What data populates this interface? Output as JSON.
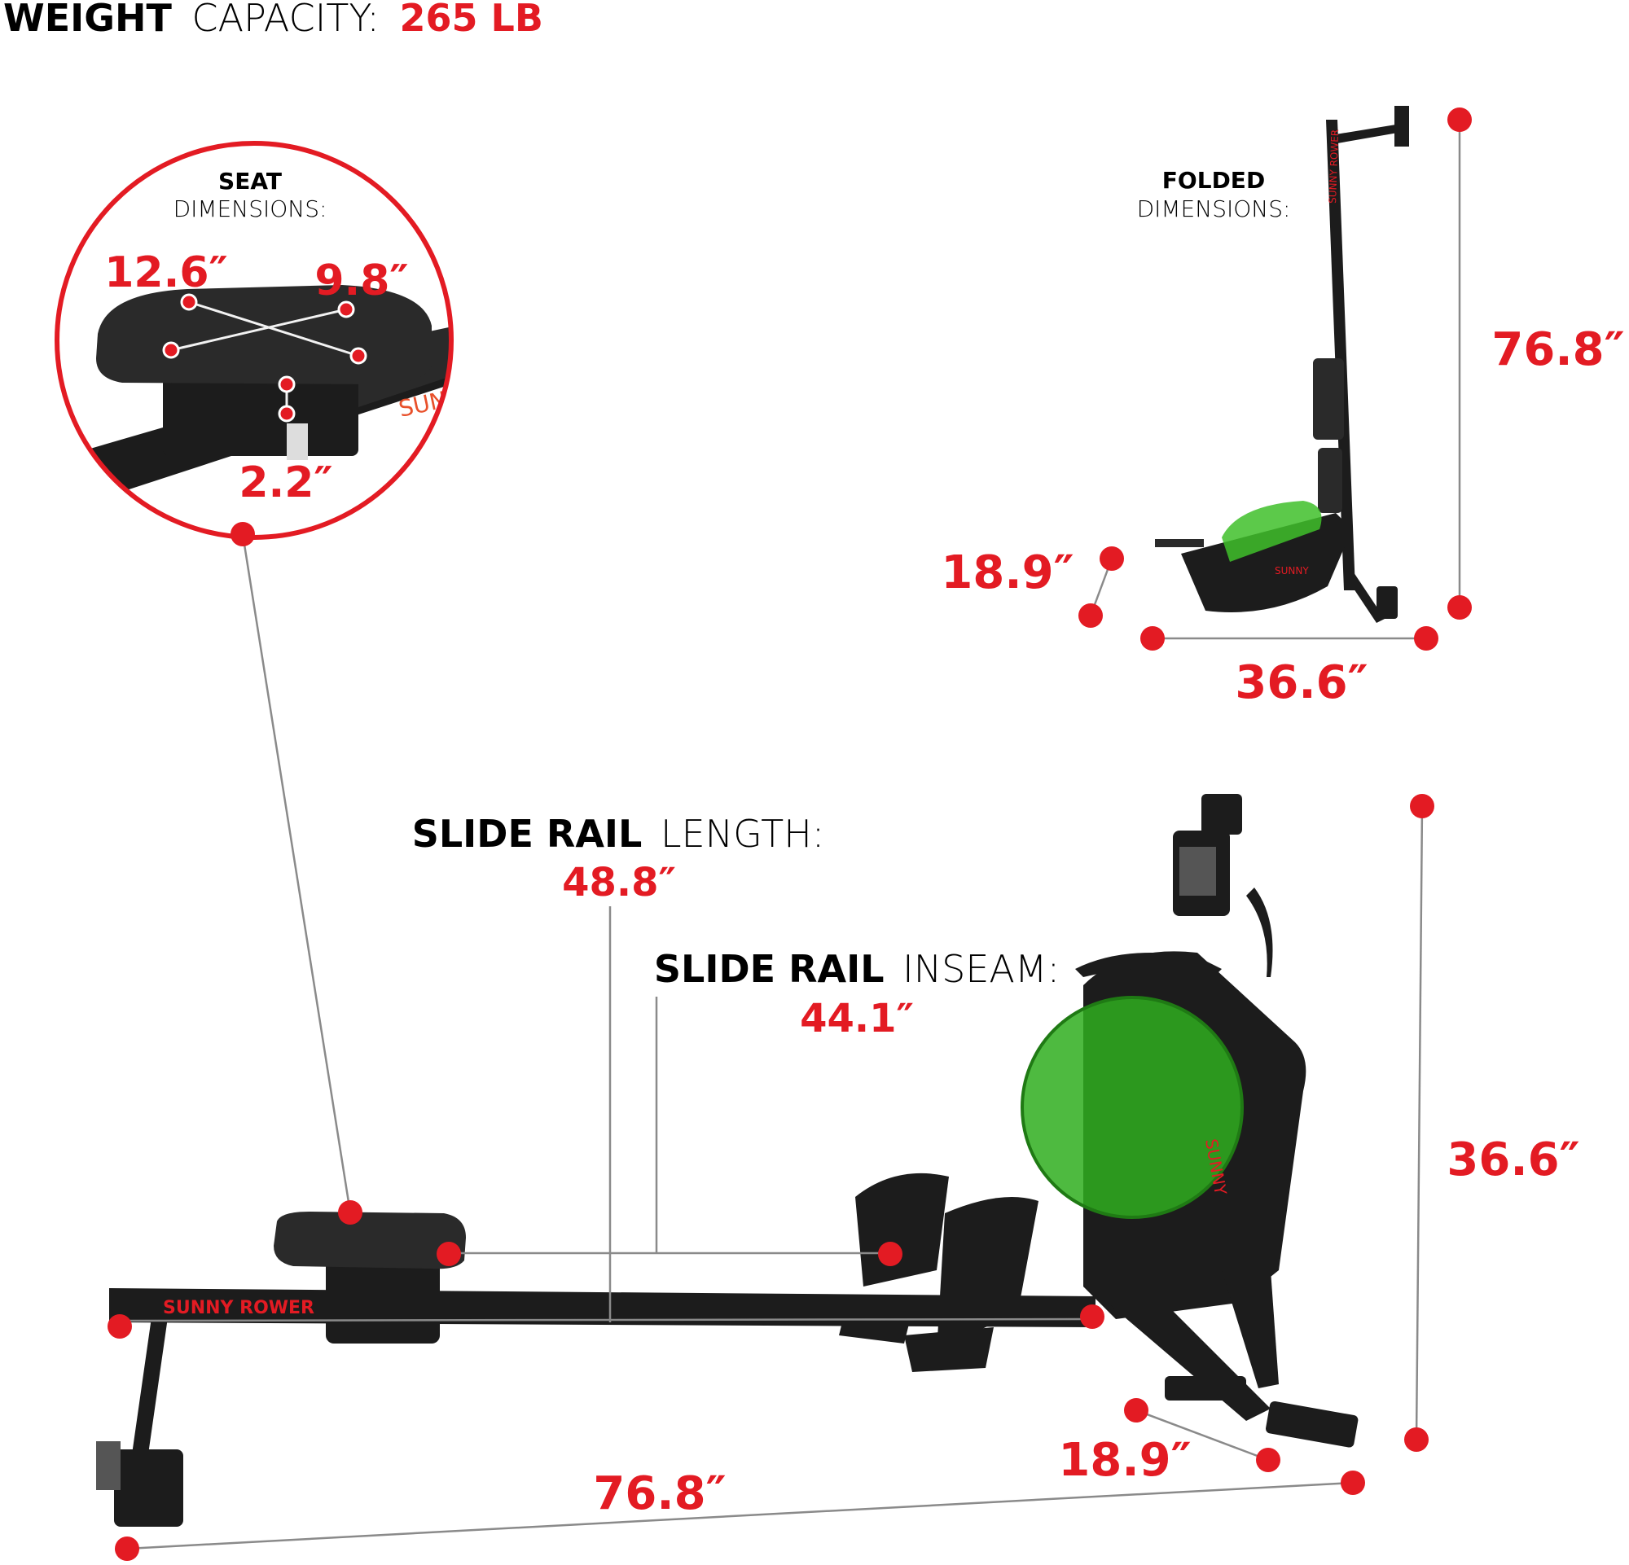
{
  "header": {
    "weight_bold": "WEIGHT",
    "weight_light": "CAPACITY:",
    "weight_value": "265 LB"
  },
  "seat": {
    "title_bold": "SEAT",
    "title_light": "DIMENSIONS:",
    "length": "12.6″",
    "width": "9.8″",
    "height": "2.2″"
  },
  "folded": {
    "title_bold": "FOLDED",
    "title_light": "DIMENSIONS:",
    "height": "76.8″",
    "width": "18.9″",
    "length": "36.6″"
  },
  "slide_rail_length": {
    "label_bold": "SLIDE RAIL",
    "label_light": "LENGTH:",
    "value": "48.8″"
  },
  "slide_rail_inseam": {
    "label_bold": "SLIDE RAIL",
    "label_light": "INSEAM:",
    "value": "44.1″"
  },
  "unfolded": {
    "height": "36.6″",
    "width": "18.9″",
    "length": "76.8″"
  },
  "branding": {
    "rail_logo": "SUNNY ROWER",
    "seat_logo": "SUN",
    "tank_logo": "SUNNY"
  },
  "colors": {
    "accent": "#e31b23",
    "frame": "#1c1c1c",
    "tank": "#3fbf2a"
  }
}
